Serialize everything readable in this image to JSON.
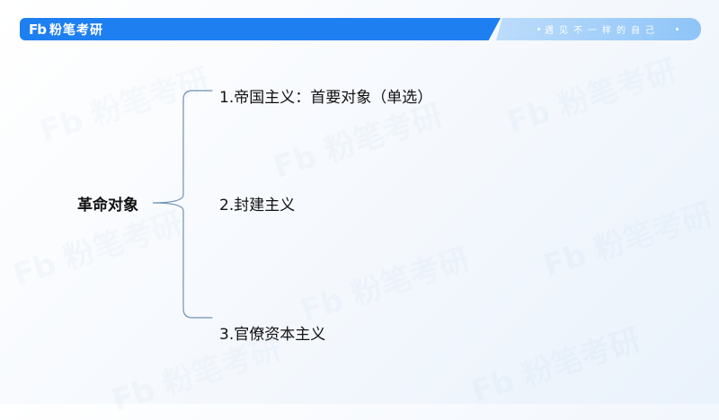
{
  "header": {
    "brand_mark": "Fb",
    "brand_name": "粉笔考研",
    "slogan": "遇见不一样的自己"
  },
  "mindmap": {
    "root": "革命对象",
    "items": [
      {
        "label": "1.帝国主义：首要对象（单选）"
      },
      {
        "label": "2.封建主义"
      },
      {
        "label": "3.官僚资本主义"
      }
    ]
  },
  "colors": {
    "header_blue": "#1e7ff0",
    "slogan_bar": "#8ec4f8",
    "brace_line": "#6f90b5"
  }
}
